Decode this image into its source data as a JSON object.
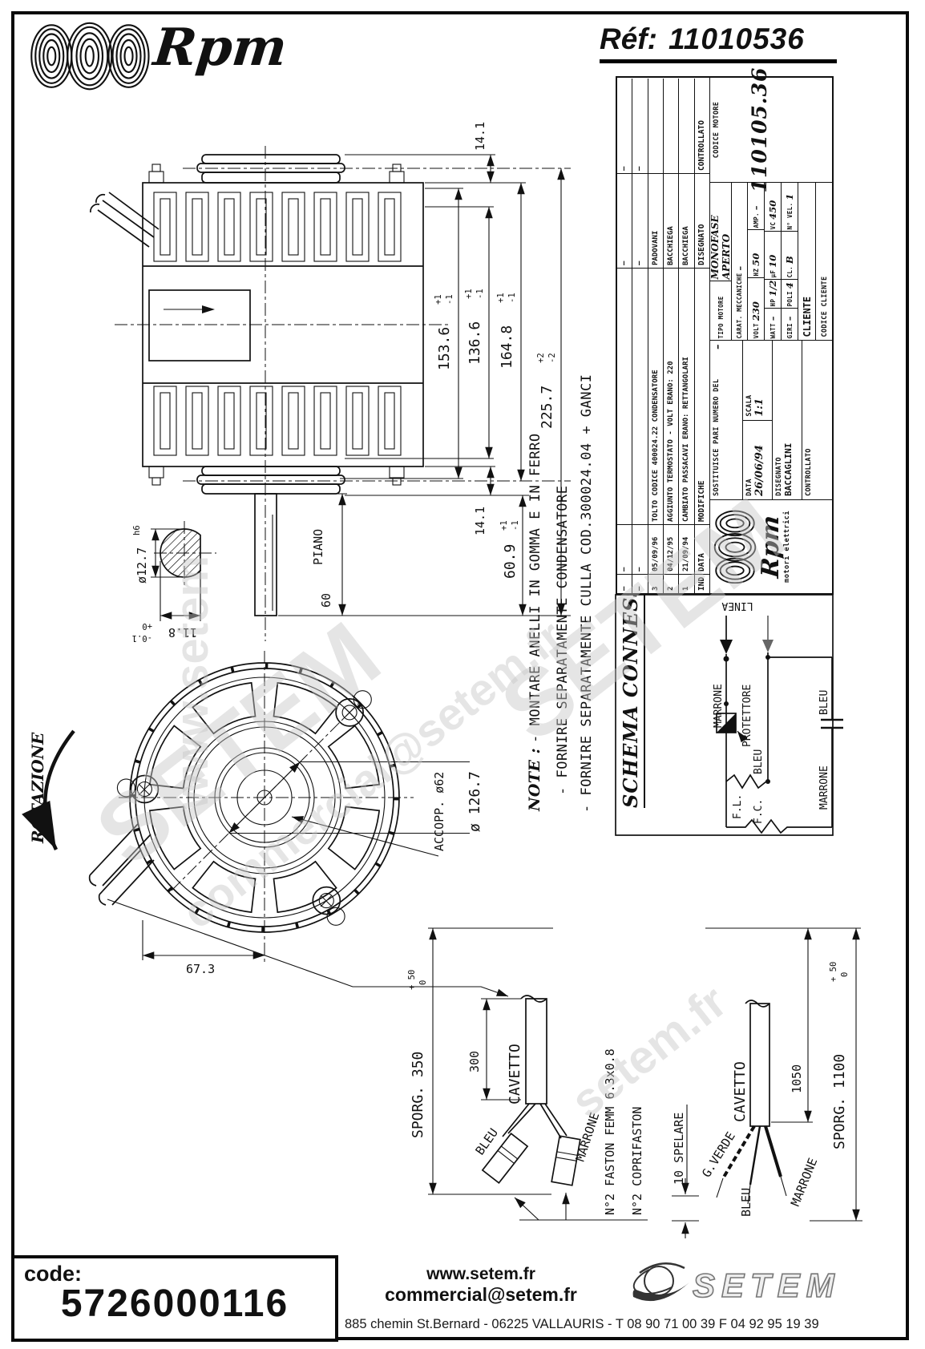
{
  "sheet": {
    "ref_label": "Réf:",
    "ref_number": "11010536"
  },
  "brand": {
    "logo_text": "Rpm",
    "tagline": "motori elettrici"
  },
  "title_block": {
    "revisions": [
      {
        "ind": "–",
        "date": "–",
        "desc": "",
        "name": "–"
      },
      {
        "ind": "–",
        "date": "–",
        "desc": "",
        "name": "–"
      },
      {
        "ind": "3",
        "date": "05/09/96",
        "desc": "TOLTO CODICE 400024.22 CONDENSATORE",
        "name": "PADOVANI"
      },
      {
        "ind": "2",
        "date": "04/12/95",
        "desc": "AGGIUNTO TERMOSTATO - VOLT ERANO: 220",
        "name": "BACCHIEGA"
      },
      {
        "ind": "1",
        "date": "21/09/94",
        "desc": "CAMBIATO PASSACAVI ERANO: RETTANGOLARI",
        "name": "BACCHIEGA"
      }
    ],
    "headers": {
      "ind": "IND",
      "date": "DATA",
      "desc": "MODIFICHE",
      "disegnato": "DISEGNATO",
      "controllato": "CONTROLLATO"
    },
    "sostituisce_label": "SOSTITUISCE PARI NUMERO DEL",
    "sostituisce_value": "–",
    "data_label": "DATA",
    "data_value": "26/06/94",
    "scala_label": "SCALA",
    "scala_value": "1:1",
    "disegnato_label": "DISEGNATO",
    "disegnato_value": "BACCAGLINI",
    "controllato_label": "CONTROLLATO",
    "tipo_motore_label": "TIPO MOTORE",
    "tipo_motore_value": "MONOFASE APERTO",
    "carat_label": "CARAT. MECCANICHE",
    "carat_value": "–",
    "cliente_label": "CLIENTE",
    "codice_cliente_label": "CODICE CLIENTE",
    "codice_motore_label": "CODICE MOTORE",
    "codice_motore_value": "110105.36",
    "specs": {
      "volt_label": "VOLT",
      "volt_value": "230",
      "watt_label": "WATT",
      "watt_value": "–",
      "giri_label": "GIRI",
      "giri_value": "–",
      "hp_label": "HP",
      "hp_value": "1/2",
      "poli_label": "POLI",
      "poli_value": "4",
      "hz_label": "HZ",
      "hz_value": "50",
      "uf_label": "µF",
      "uf_value": "10",
      "cl_label": "CL.",
      "cl_value": "B",
      "amp_label": "AMP.",
      "amp_value": "–",
      "vc_label": "VC",
      "vc_value": "450",
      "nvel_label": "N° VEL.",
      "nvel_value": "1"
    }
  },
  "notes": {
    "title": "NOTE :",
    "line1": "- MONTARE ANELLI IN GOMMA E IN FERRO",
    "line2": "- FORNIRE SEPARATAMENTE CONDENSATORE",
    "line3": "- FORNIRE SEPARATAMENTE CULLA COD.300024.04 + GANCI"
  },
  "schema": {
    "title": "SCHEMA CONNESSIONI",
    "linea": "LINEA",
    "marrone": "MARRONE",
    "protettore": "PROTETTORE",
    "bleu": "BLEU",
    "fl": "F.L.",
    "fc": "F.C.",
    "bleu2": "BLEU",
    "marrone2": "MARRONE"
  },
  "side_view": {
    "dim_141_top": "14.1",
    "dim_1536": "153.6",
    "dim_1366": "136.6",
    "dim_1648": "164.8",
    "dim_2257": "225.7",
    "dim_141_bot": "14.1",
    "dim_609": "60.9",
    "dim_60": "60",
    "piano": "PIANO",
    "tol_p1": "+1",
    "tol_m1": "-1",
    "tol_p2": "+2",
    "tol_m2": "-2",
    "shaft_dia": "ø12.7",
    "shaft_tol": "h6",
    "flat_dim": "11.8",
    "flat_tol_p": "+0",
    "flat_tol_m": "-0.1"
  },
  "front_view": {
    "rotazione": "ROTAZIONE",
    "accopp": "ACCOPP. ø62",
    "dia_1267": "ø 126.7",
    "dim_673": "67.3"
  },
  "cable_left": {
    "sporg": "SPORG. 350",
    "tol_p": "+ 50",
    "tol_m": "0",
    "dim_300": "300",
    "cavetto": "CAVETTO",
    "bleu": "BLEU",
    "marrone": "MARRONE",
    "faston": "N°2 FASTON FEMM 6.3x0.8",
    "coprifaston": "N°2 COPRIFASTON"
  },
  "cable_right": {
    "cavetto": "CAVETTO",
    "dim_1050": "1050",
    "sporg": "SPORG. 1100",
    "tol_p": "+ 50",
    "tol_m": "0",
    "spelare": "10  SPELARE",
    "gverde": "G.VERDE",
    "bleu": "BLEU",
    "marrone": "MARRONE"
  },
  "footer": {
    "code_label": "code:",
    "code_value": "5726000116",
    "website": "www.setem.fr",
    "email": "commercial@setem.fr",
    "brand": "SETEM",
    "address": "885 chemin St.Bernard  -  06225 VALLAURIS  -  T 08 90 71 00 39   F 04 92 95 19 39"
  },
  "watermarks": {
    "w1": "www.setem",
    "w2": "SETEM",
    "w3": "commercial@setem.fr",
    "w4": "SETEM",
    "w5": "setem.fr"
  }
}
